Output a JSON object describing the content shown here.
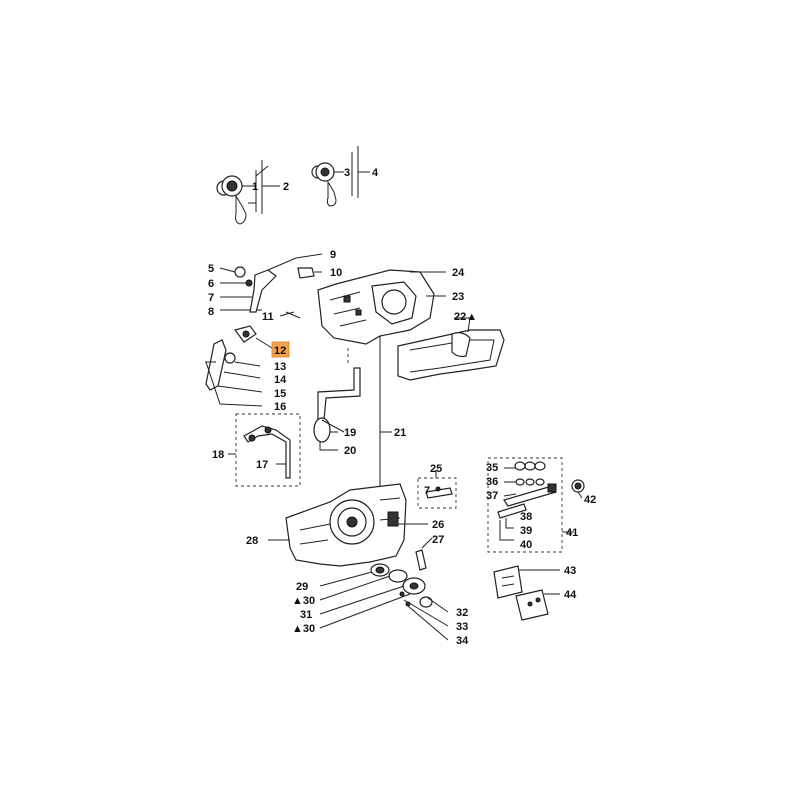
{
  "callouts": {
    "c1": "1",
    "c2": "2",
    "c3": "3",
    "c4": "4",
    "c5": "5",
    "c6": "6",
    "c7": "7",
    "c8": "8",
    "c9": "9",
    "c10": "10",
    "c11": "11",
    "c12": "12",
    "c13": "13",
    "c14": "14",
    "c15": "15",
    "c16": "16",
    "c17": "17",
    "c18": "18",
    "c19": "19",
    "c20": "20",
    "c21": "21",
    "c22": "22▲",
    "c23": "23",
    "c24": "24",
    "c25": "25",
    "c26": "26",
    "c27": "27",
    "c28": "28",
    "c29": "29",
    "c30a": "▲30",
    "c31": "31",
    "c30b": "▲30",
    "c32": "32",
    "c33": "33",
    "c34": "34",
    "c35": "35",
    "c36": "36",
    "c37": "37",
    "c38": "38",
    "c39": "39",
    "c40": "40",
    "c41": "41",
    "c42": "42",
    "c43": "43",
    "c44": "44"
  },
  "highlight": {
    "callout": "12",
    "color": "#f2a24b"
  }
}
